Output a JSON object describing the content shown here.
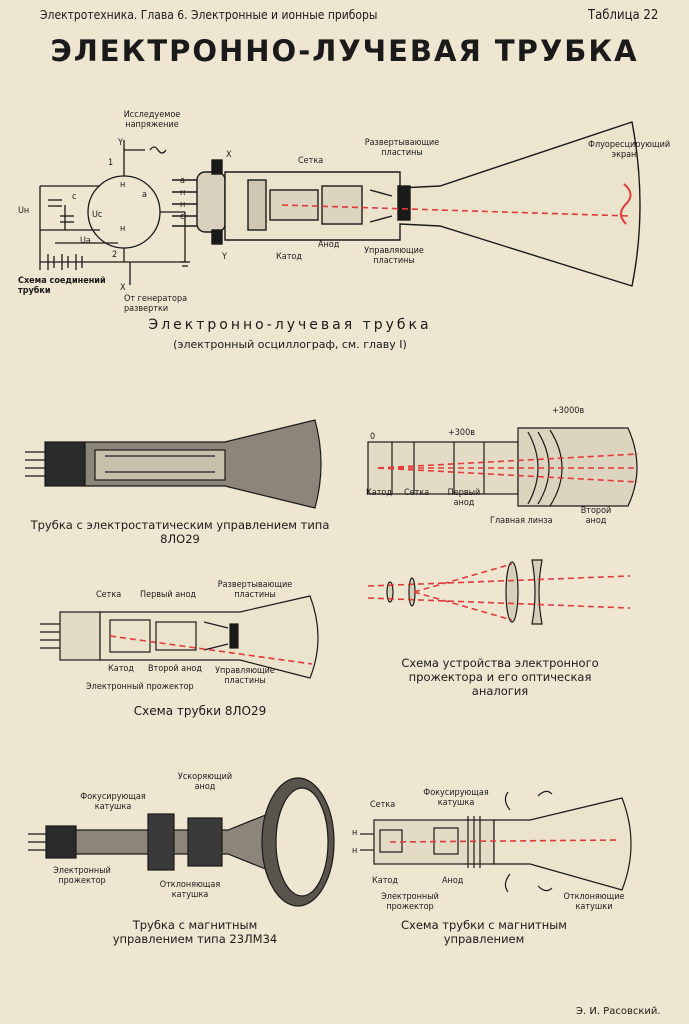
{
  "header": {
    "left": "Электротехника. Глава 6. Электронные и ионные приборы",
    "right": "Таблица 22"
  },
  "title": "ЭЛЕКТРОННО-ЛУЧЕВАЯ ТРУБКА",
  "top_diagram": {
    "caption": "Электронно-лучевая трубка",
    "subcaption": "(электронный осциллограф, см. главу I)",
    "labels": {
      "voltage": "Исследуемое напряжение",
      "y": "Y",
      "x": "X",
      "uh": "Uн",
      "c": "c",
      "uc": "Uc",
      "ua": "Ua",
      "h": "н",
      "a": "a",
      "n1": "1",
      "n2": "2",
      "scheme": "Схема соединений трубки",
      "generator": "От генератора развертки",
      "grid": "Сетка",
      "cathode": "Катод",
      "anode": "Анод",
      "sweep": "Развертывающие пластины",
      "control": "Управляющие пластины",
      "screen": "Флуоресцирующий экран",
      "pins": [
        "a",
        "н",
        "н",
        "c"
      ]
    }
  },
  "panels": {
    "electrostatic": {
      "caption": "Трубка с электростатическим управлением типа 8ЛО29"
    },
    "electrostatic_scheme": {
      "labels": {
        "zero": "0",
        "v300": "+300в",
        "v3000": "+3000в",
        "cathode": "Катод",
        "grid": "Сетка",
        "first_anode": "Первый анод",
        "main_lens": "Главная линза",
        "second_anode": "Второй анод"
      }
    },
    "optical": {
      "caption": "Схема устройства электронного прожектора и его оптическая аналогия"
    },
    "scheme_8lo29": {
      "caption": "Схема трубки 8ЛО29",
      "labels": {
        "grid": "Сетка",
        "first_anode": "Первый анод",
        "sweep": "Развертывающие пластины",
        "cathode": "Катод",
        "second_anode": "Второй анод",
        "control": "Управляющие пластины",
        "projector": "Электронный прожектор"
      }
    },
    "magnetic": {
      "caption": "Трубка с магнитным управлением типа 23ЛМ34",
      "labels": {
        "focus_coil": "Фокусирующая катушка",
        "accel_anode": "Ускоряющий анод",
        "projector": "Электронный прожектор",
        "deflect_coil": "Отклоняющая катушка"
      }
    },
    "magnetic_scheme": {
      "caption": "Схема трубки с магнитным управлением",
      "labels": {
        "grid": "Сетка",
        "focus_coil": "Фокусирующая катушка",
        "h": "н",
        "cathode": "Катод",
        "anode": "Анод",
        "projector": "Электронный прожектор",
        "deflect_coils": "Отклоняющие катушки"
      }
    }
  },
  "author": "Э. И. Расовский.",
  "colors": {
    "background": "#efe6d2",
    "ink": "#1a1a1a",
    "ray": "#e23a3a"
  }
}
